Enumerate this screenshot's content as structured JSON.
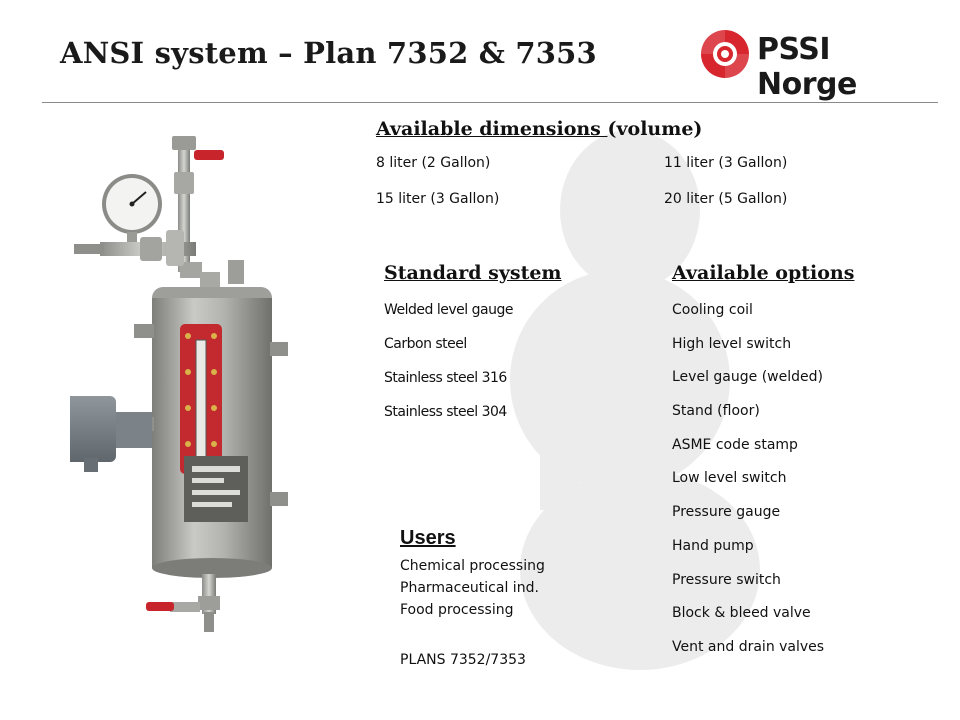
{
  "title": "ANSI system – Plan 7352 & 7353",
  "logo": {
    "text": "PSSI Norge",
    "brand_color": "#d7262e"
  },
  "dimensions": {
    "heading_main": "Available dimensions ",
    "heading_suffix": "(volume)",
    "items": [
      "8 liter (2 Gallon)",
      "11 liter (3 Gallon)",
      "15 liter (3 Gallon)",
      "20 liter (5 Gallon)"
    ]
  },
  "standard_system": {
    "heading": "Standard system",
    "items": [
      "Welded level gauge",
      "Carbon steel",
      "Stainless steel 316",
      "Stainless steel 304"
    ]
  },
  "available_options": {
    "heading": "Available options",
    "items": [
      "Cooling coil",
      "High level switch",
      "Level gauge (welded)",
      "Stand (floor)",
      "ASME code stamp",
      "Low level switch",
      "Pressure gauge",
      "Hand pump",
      "Pressure switch",
      "Block & bleed valve",
      "Vent and drain valves"
    ]
  },
  "users": {
    "heading": "Users",
    "items": [
      "Chemical processing",
      "Pharmaceutical ind.",
      "Food processing"
    ]
  },
  "plans": "PLANS 7352/7353",
  "colors": {
    "accent_red": "#d7262e",
    "steel": "#a9aaa6",
    "text": "#111111"
  }
}
